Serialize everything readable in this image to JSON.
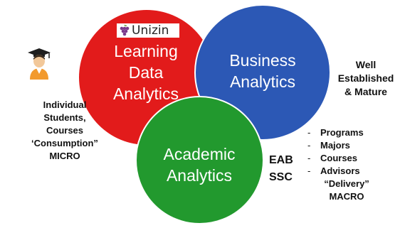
{
  "circles": {
    "learning": {
      "lines": [
        "Learning",
        "Data",
        "Analytics"
      ],
      "color": "#e21b1b"
    },
    "business": {
      "lines": [
        "Business",
        "Analytics"
      ],
      "color": "#2c58b5"
    },
    "academic": {
      "lines": [
        "Academic",
        "Analytics"
      ],
      "color": "#22992e"
    }
  },
  "logo": {
    "text": "Unizin",
    "icon": "grapes-icon"
  },
  "left_label": {
    "lines": [
      "Individual",
      "Students,",
      "Courses",
      "‘Consumption”",
      "MICRO"
    ],
    "icon": "graduate-student-icon"
  },
  "right_label": {
    "lines": [
      "Well",
      "Established",
      "& Mature"
    ]
  },
  "vendors": {
    "lines": [
      "EAB",
      "SSC"
    ]
  },
  "macro_list": {
    "items": [
      "Programs",
      "Majors",
      "Courses",
      "Advisors"
    ],
    "bullet": "-"
  },
  "bottom_label": {
    "lines": [
      "“Delivery”",
      "MACRO"
    ]
  }
}
